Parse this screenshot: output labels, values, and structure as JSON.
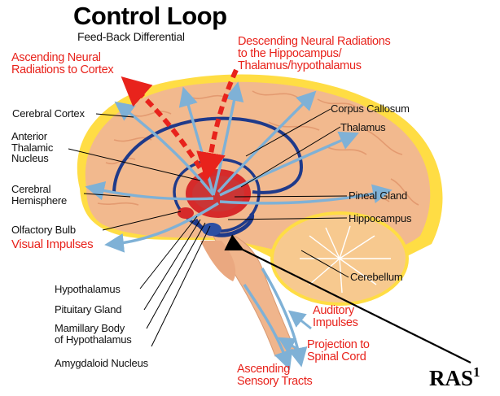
{
  "title": "Control Loop",
  "subtitle": "Feed-Back Differential",
  "colors": {
    "annotation_red": "#e8231c",
    "brain_tissue": "#f2b98e",
    "cerebellum": "#f7c98f",
    "highlight_yellow": "#ffdd44",
    "pathway_blue": "#7fb1d6",
    "loop_navy": "#1f3a8a",
    "core_red": "#d62a2a"
  },
  "labels": {
    "ascending_cortex": [
      "Ascending Neural",
      "Radiations to Cortex"
    ],
    "descending_hippocampus": [
      "Descending Neural Radiations",
      "to the Hippocampus/",
      "Thalamus/hypothalamus"
    ],
    "cerebral_cortex": "Cerebral Cortex",
    "anterior_thalamic": [
      "Anterior",
      "Thalamic",
      "Nucleus"
    ],
    "cerebral_hemisphere": [
      "Cerebral",
      "Hemisphere"
    ],
    "olfactory_bulb": "Olfactory Bulb",
    "visual_impulses": "Visual Impulses",
    "corpus_callosum": "Corpus Callosum",
    "thalamus": "Thalamus",
    "pineal_gland": "Pineal Gland",
    "hippocampus": "Hippocampus",
    "cerebellum": "Cerebellum",
    "hypothalamus": "Hypothalamus",
    "pituitary_gland": "Pituitary Gland",
    "mamillary_body": [
      "Mamillary Body",
      "of Hypothalamus"
    ],
    "amygdaloid_nucleus": "Amygdaloid Nucleus",
    "auditory_impulses": [
      "Auditory",
      "Impulses"
    ],
    "projection_spinal": [
      "Projection to",
      "Spinal Cord"
    ],
    "ascending_sensory": [
      "Ascending",
      "Sensory Tracts"
    ]
  },
  "ras": {
    "text": "RAS",
    "superscript": "1"
  }
}
